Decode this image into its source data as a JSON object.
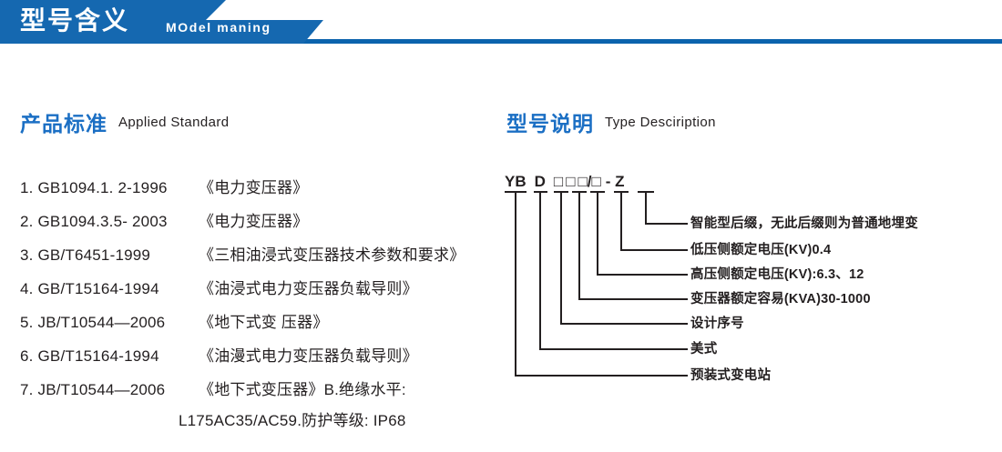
{
  "banner": {
    "title_cn": "型号含义",
    "title_en": "MOdel maning",
    "bar_color": "#0b63ad",
    "shape_color": "#1568b0"
  },
  "sections": {
    "standard": {
      "title_cn": "产品标准",
      "title_en": "Applied Standard",
      "accent_color": "#1b6fc4"
    },
    "type": {
      "title_cn": "型号说明",
      "title_en": "Type Desciription",
      "accent_color": "#1b6fc4"
    }
  },
  "standards": [
    {
      "code": "1. GB1094.1. 2-1996",
      "name": "《电力变压器》"
    },
    {
      "code": "2. GB1094.3.5- 2003",
      "name": "《电力变压器》"
    },
    {
      "code": "3. GB/T6451-1999",
      "name": "《三相油浸式变压器技术参数和要求》"
    },
    {
      "code": "4. GB/T15164-1994",
      "name": "《油浸式电力变压器负载导则》"
    },
    {
      "code": "5. JB/T10544—2006",
      "name": "《地下式变 压器》"
    },
    {
      "code": "6. GB/T15164-1994",
      "name": "《油漫式电力变压器负载导则》"
    },
    {
      "code": "7. JB/T10544—2006",
      "name": "《地下式变压器》B.绝缘水平:"
    }
  ],
  "standards_continuation": "L175AC35/AC59.防护等级: IP68",
  "model_code": {
    "segments": [
      "YB",
      "D",
      "□",
      "□",
      "□",
      "/□",
      "- Z"
    ],
    "full": "YB D □□□/□ - Z"
  },
  "leader_labels": [
    "智能型后缀，无此后缀则为普通地埋变",
    "低压侧额定电压(KV)0.4",
    "高压侧额定电压(KV):6.3、12",
    "变压器额定容易(KVA)30-1000",
    "设计序号",
    "美式",
    "预装式变电站"
  ]
}
